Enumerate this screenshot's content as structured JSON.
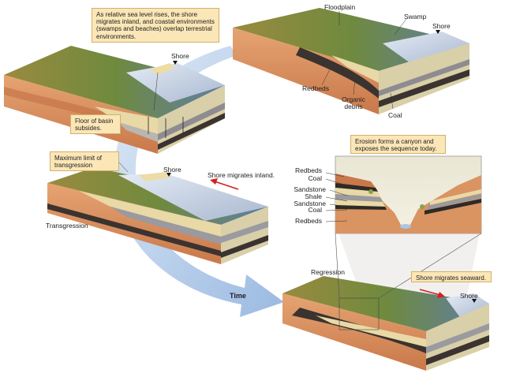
{
  "callouts": {
    "sea_level_rises": "As relative sea level rises, the shore migrates inland, and coastal environments (swamps and beaches) overlap terrestrial environments.",
    "basin_subsides": "Floor of basin subsides.",
    "max_transgression": "Maximum limit of transgression",
    "erosion_canyon": "Erosion forms a canyon and exposes the sequence today.",
    "shore_seaward": "Shore migrates seaward."
  },
  "labels": {
    "shore_1": "Shore",
    "floodplain": "Floodplain",
    "swamp": "Swamp",
    "shore_2": "Shore",
    "redbeds_2": "Redbeds",
    "organic_debris": "Organic debris",
    "coal_2": "Coal",
    "shore_3": "Shore",
    "shore_inland": "Shore migrates inland.",
    "transgression": "Transgression",
    "time": "Time",
    "regression": "Regression",
    "shore_4": "Shore"
  },
  "canyon_column": [
    "Redbeds",
    "Coal",
    "Sandstone",
    "Shale",
    "Sandstone",
    "Coal",
    "Redbeds"
  ],
  "colors": {
    "arrow": "#a9c6e8",
    "callout_fill": "#fbe6b7",
    "water": "#c9d6ea",
    "land": "#7d8a3c",
    "redbeds": "#d99462",
    "sand": "#e8d9a6",
    "shale": "#9a9aa0",
    "coal": "#2e2a28",
    "red_arrow": "#d41f1f"
  }
}
